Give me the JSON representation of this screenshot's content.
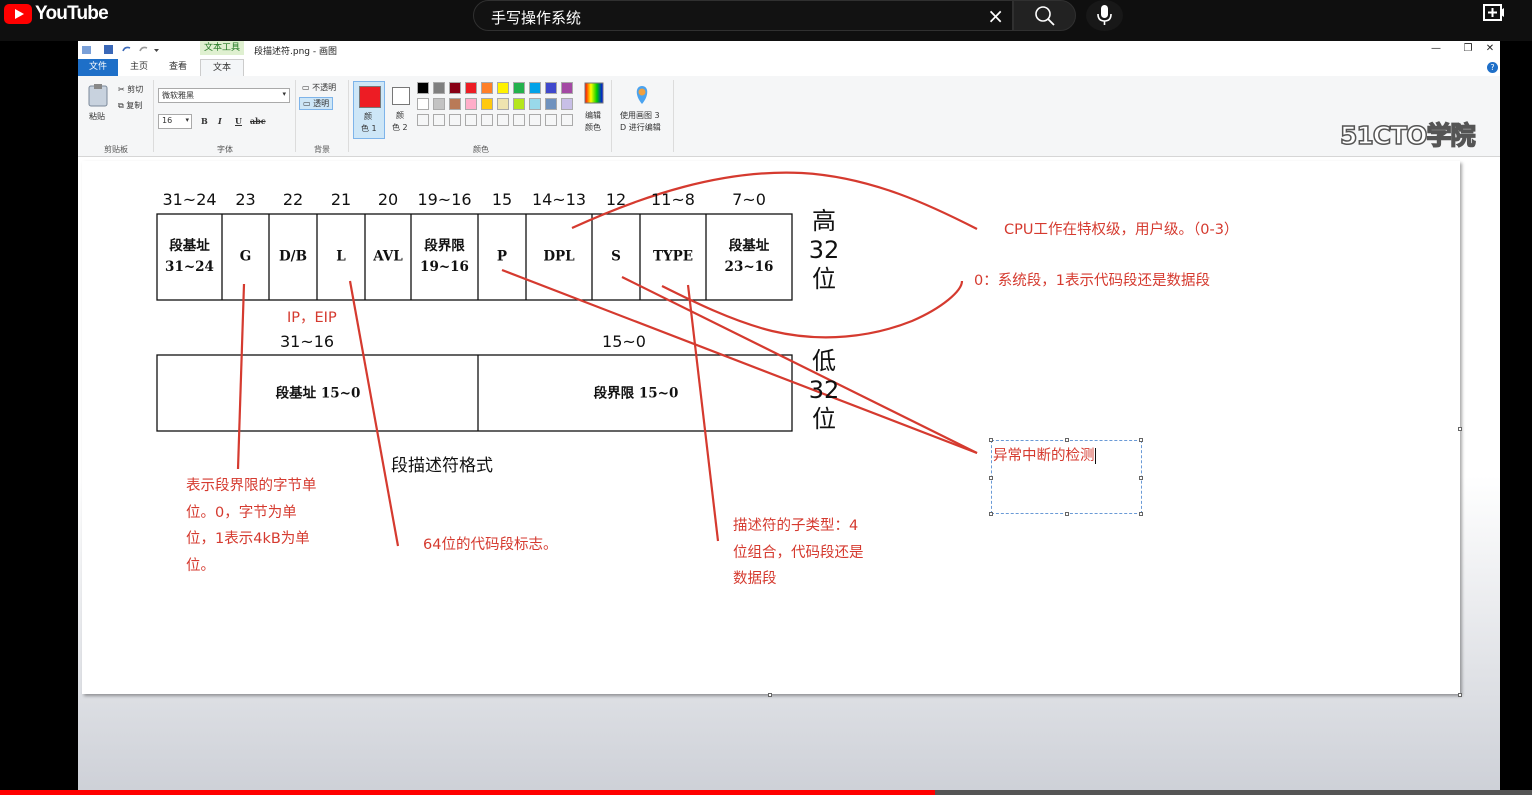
{
  "youtube": {
    "logo_text": "YouTube",
    "search_query": "手写操作系统",
    "clear_icon": "×",
    "progress": 0.61
  },
  "paint": {
    "context_tab": "文本工具",
    "document_title": "段描述符.png - 画图",
    "tabs": [
      "文件",
      "主页",
      "查看",
      "文本"
    ],
    "active_tab": "文本",
    "ribbon": {
      "clipboard": {
        "paste": "粘贴",
        "cut": "剪切",
        "copy": "复制",
        "group": "剪贴板"
      },
      "font": {
        "family": "微软雅黑",
        "size": "16",
        "bold": "B",
        "italic": "I",
        "underline": "U",
        "strike": "abc",
        "group": "字体"
      },
      "background": {
        "opaque": "不透明",
        "transparent": "透明",
        "group": "背景"
      },
      "colors": {
        "color1_label_1": "颜",
        "color1_label_2": "色 1",
        "color2_label_1": "颜",
        "color2_label_2": "色 2",
        "edit_colors_1": "编辑",
        "edit_colors_2": "颜色",
        "group": "颜色",
        "color1_value": "#ed1c24",
        "palette_row1": [
          "#000000",
          "#7f7f7f",
          "#880015",
          "#ed1c24",
          "#ff7f27",
          "#fff200",
          "#22b14c",
          "#00a2e8",
          "#3f48cc",
          "#a349a4"
        ],
        "palette_row2": [
          "#ffffff",
          "#c3c3c3",
          "#b97a57",
          "#ffaec9",
          "#ffc90e",
          "#efe4b0",
          "#b5e61d",
          "#99d9ea",
          "#7092be",
          "#c8bfe7"
        ]
      },
      "paint3d_1": "使用画图 3",
      "paint3d_2": "D 进行编辑"
    },
    "watermark": "51CTO学院"
  },
  "diagram": {
    "high_bits": [
      "31~24",
      "23",
      "22",
      "21",
      "20",
      "19~16",
      "15",
      "14~13",
      "12",
      "11~8",
      "7~0"
    ],
    "high_cells": [
      [
        "段基址",
        "31~24"
      ],
      [
        "G"
      ],
      [
        "D/B"
      ],
      [
        "L"
      ],
      [
        "AVL"
      ],
      [
        "段界限",
        "19~16"
      ],
      [
        "P"
      ],
      [
        "DPL"
      ],
      [
        "S"
      ],
      [
        "TYPE"
      ],
      [
        "段基址",
        "23~16"
      ]
    ],
    "high_side": [
      "高",
      "32",
      "位"
    ],
    "low_bits": [
      "31~16",
      "15~0"
    ],
    "low_cells": [
      "段基址 15~0",
      "段界限 15~0"
    ],
    "low_side": [
      "低",
      "32",
      "位"
    ],
    "caption": "段描述符格式",
    "annotations": {
      "ip_eip": "IP，EIP",
      "dpl": "CPU工作在特权级，用户级。（0-3）",
      "s": "0：系统段，1表示代码段还是数据段",
      "p": "异常中断的检测",
      "g": [
        "表示段界限的字节单",
        "位。0，字节为单",
        "位，1表示4kB为单",
        "位。"
      ],
      "l": "64位的代码段标志。",
      "type": [
        "描述符的子类型：4",
        "位组合，代码段还是",
        "数据段"
      ]
    }
  }
}
